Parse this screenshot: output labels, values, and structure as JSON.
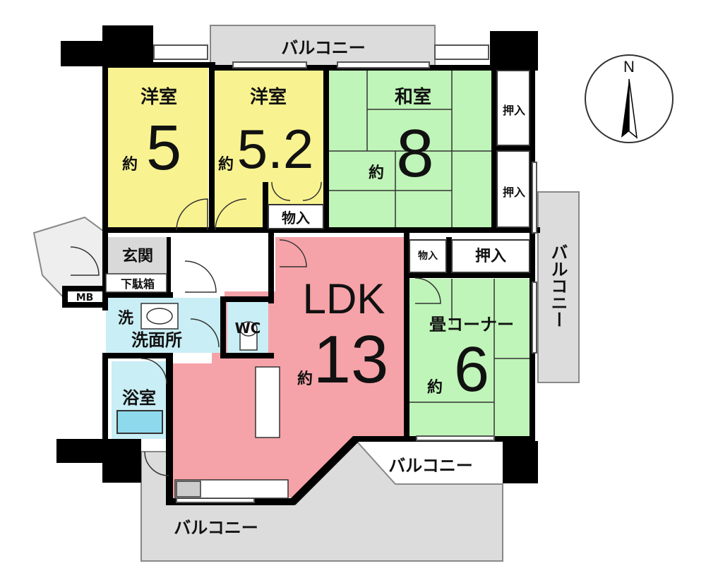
{
  "compass": {
    "north_label": "N"
  },
  "rooms": {
    "western1": {
      "name": "洋室",
      "prefix": "約",
      "size": "5"
    },
    "western2": {
      "name": "洋室",
      "prefix": "約",
      "size": "5.2"
    },
    "japanese": {
      "name": "和室",
      "prefix": "約",
      "size": "8"
    },
    "ldk": {
      "name": "LDK",
      "prefix": "約",
      "size": "13"
    },
    "tatami_corner": {
      "name": "畳コーナー",
      "prefix": "約",
      "size": "6"
    }
  },
  "labels": {
    "storage": "物入",
    "closet": "押入",
    "entrance": "玄関",
    "shoe_box": "下駄箱",
    "mb": "MB",
    "laundry": "洗",
    "washroom": "洗面所",
    "toilet": "WC",
    "bathroom": "浴室",
    "balcony": "バルコニー"
  },
  "colors": {
    "western": "#f8f390",
    "japanese": "#bff5b8",
    "ldk": "#f5a3a8",
    "washroom": "#c9eef5",
    "bath_tub": "#8fd9ec",
    "balcony": "#dcdcdc",
    "entrance": "#d9d9d9",
    "wall": "#000000"
  }
}
